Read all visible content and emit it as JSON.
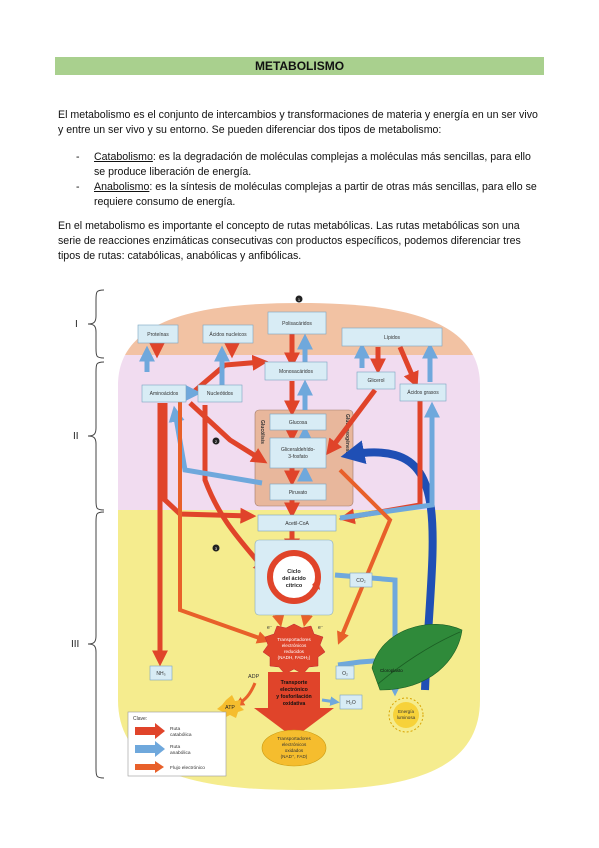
{
  "title": "METABOLISMO",
  "intro": "El metabolismo es el conjunto de intercambios y transformaciones de materia y energía en un ser vivo y entre un ser vivo y su entorno. Se pueden diferenciar dos tipos de metabolismo:",
  "bullets": [
    {
      "term": "Catabolismo",
      "text": ": es la degradación de moléculas complejas a moléculas más sencillas, para ello se produce liberación de energía."
    },
    {
      "term": "Anabolismo",
      "text": ": es la síntesis de moléculas complejas a partir de otras más sencillas, para ello se requiere consumo de energía."
    }
  ],
  "routes_paragraph": "En el metabolismo es importante el concepto de rutas metabólicas. Las rutas metabólicas son una serie de reacciones enzimáticas consecutivas con productos específicos, podemos diferenciar tres tipos de rutas: catabólicas, anabólicas y anfibólicas.",
  "diagram": {
    "braces": [
      "I",
      "II",
      "III"
    ],
    "stage_numbers": [
      "1",
      "2",
      "3"
    ],
    "boxes": {
      "proteinas": "Proteínas",
      "acidos_nucleicos": "Ácidos nucleicos",
      "polisacaridos": "Polisacáridos",
      "lipidos": "Lípidos",
      "aminoacidos": "Aminoácidos",
      "nucleotidos": "Nucleótidos",
      "monosacaridos": "Monosacáridos",
      "glicerol": "Glicerol",
      "acidos_grasos": "Ácidos grasos",
      "glucosa": "Glucosa",
      "gliceraldehido_1": "Gliceraldehído-",
      "gliceraldehido_2": "3-fosfato",
      "piruvato": "Piruvato",
      "acetil_coa": "Acetil-CoA",
      "co2": "CO₂",
      "nh3": "NH₃",
      "o2": "O₂",
      "h2o": "H₂O",
      "adp": "ADP",
      "atp": "ATP"
    },
    "glucolisis": "Glucólisis",
    "gluconeogenesis": "Gluconeogénesis",
    "ciclo": [
      "Ciclo",
      "del ácido",
      "cítrico"
    ],
    "reduced": [
      "Transportadores",
      "electrónicos",
      "reducidos",
      "(NADH, FADH₂)"
    ],
    "oxidative": [
      "Transporte",
      "electrónico",
      "y fosforilación",
      "oxidativa"
    ],
    "oxidized": [
      "Transportadores",
      "electrónicos",
      "oxidados",
      "(NAD⁺, FAD)"
    ],
    "electron": "e⁻",
    "cloroplasto": "Cloroplasto",
    "energia": [
      "Energía",
      "luminosa"
    ],
    "legend": {
      "clave": "Clave:",
      "catabolica": [
        "Ruta",
        "catabólica"
      ],
      "anabolica": [
        "Ruta",
        "anabólica"
      ],
      "flujo": "Flujo electrónico"
    },
    "colors": {
      "catabolic": "#e0442a",
      "anabolic": "#6fa8dc",
      "electron": "#e8602a",
      "dark_blue": "#1f4fb5",
      "band1": "#f2c2a3",
      "band2": "#f1dcf0",
      "band3": "#f5ec8e"
    }
  }
}
